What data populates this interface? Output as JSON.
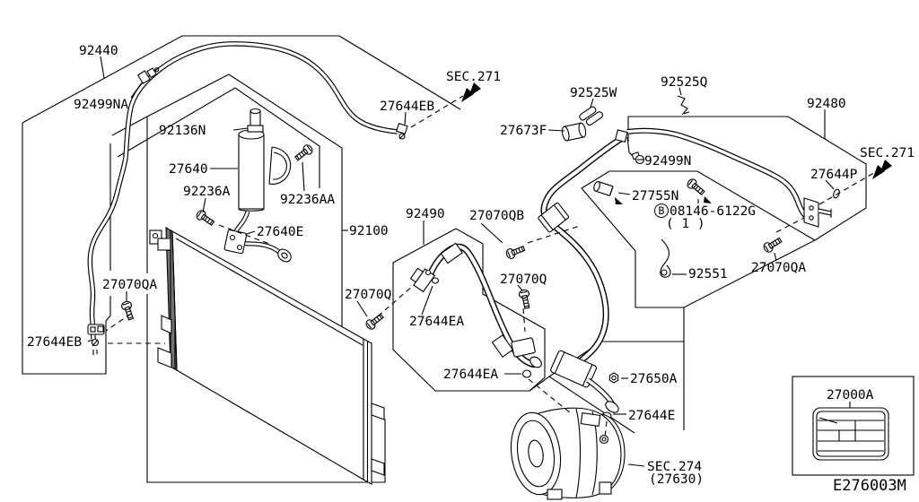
{
  "diagram_code": "E276003M",
  "colors": {
    "line": "#000000",
    "background": "#ffffff"
  },
  "labels": {
    "p92440": "92440",
    "p92499NA": "92499NA",
    "sec271_top": "SEC.271",
    "p27644EB_top": "27644EB",
    "p92525W": "92525W",
    "p92525Q": "92525Q",
    "p27673F": "27673F",
    "p92480": "92480",
    "sec271_right": "SEC.271",
    "p27644P": "27644P",
    "p92136N": "92136N",
    "p27640": "27640",
    "p92236A": "92236A",
    "p92236AA": "92236AA",
    "p27640E": "27640E",
    "p92100": "92100",
    "p92490": "92490",
    "p27070QB": "27070QB",
    "p92499N": "92499N",
    "p27755N": "27755N",
    "b_circle": "B",
    "b_code": "08146-6122G",
    "b_qty": "( 1 )",
    "p92551": "92551",
    "p27070QA_right": "27070QA",
    "p27070QA_left": "27070QA",
    "p27070Q_left": "27070Q",
    "p27070Q_mid": "27070Q",
    "p27644EA_top": "27644EA",
    "p27644EB_left": "27644EB",
    "p27644EA_bottom": "27644EA",
    "p27650A": "27650A",
    "p27644E": "27644E",
    "sec274": "SEC.274",
    "sec274_sub": "(27630)",
    "p27000A": "27000A"
  }
}
